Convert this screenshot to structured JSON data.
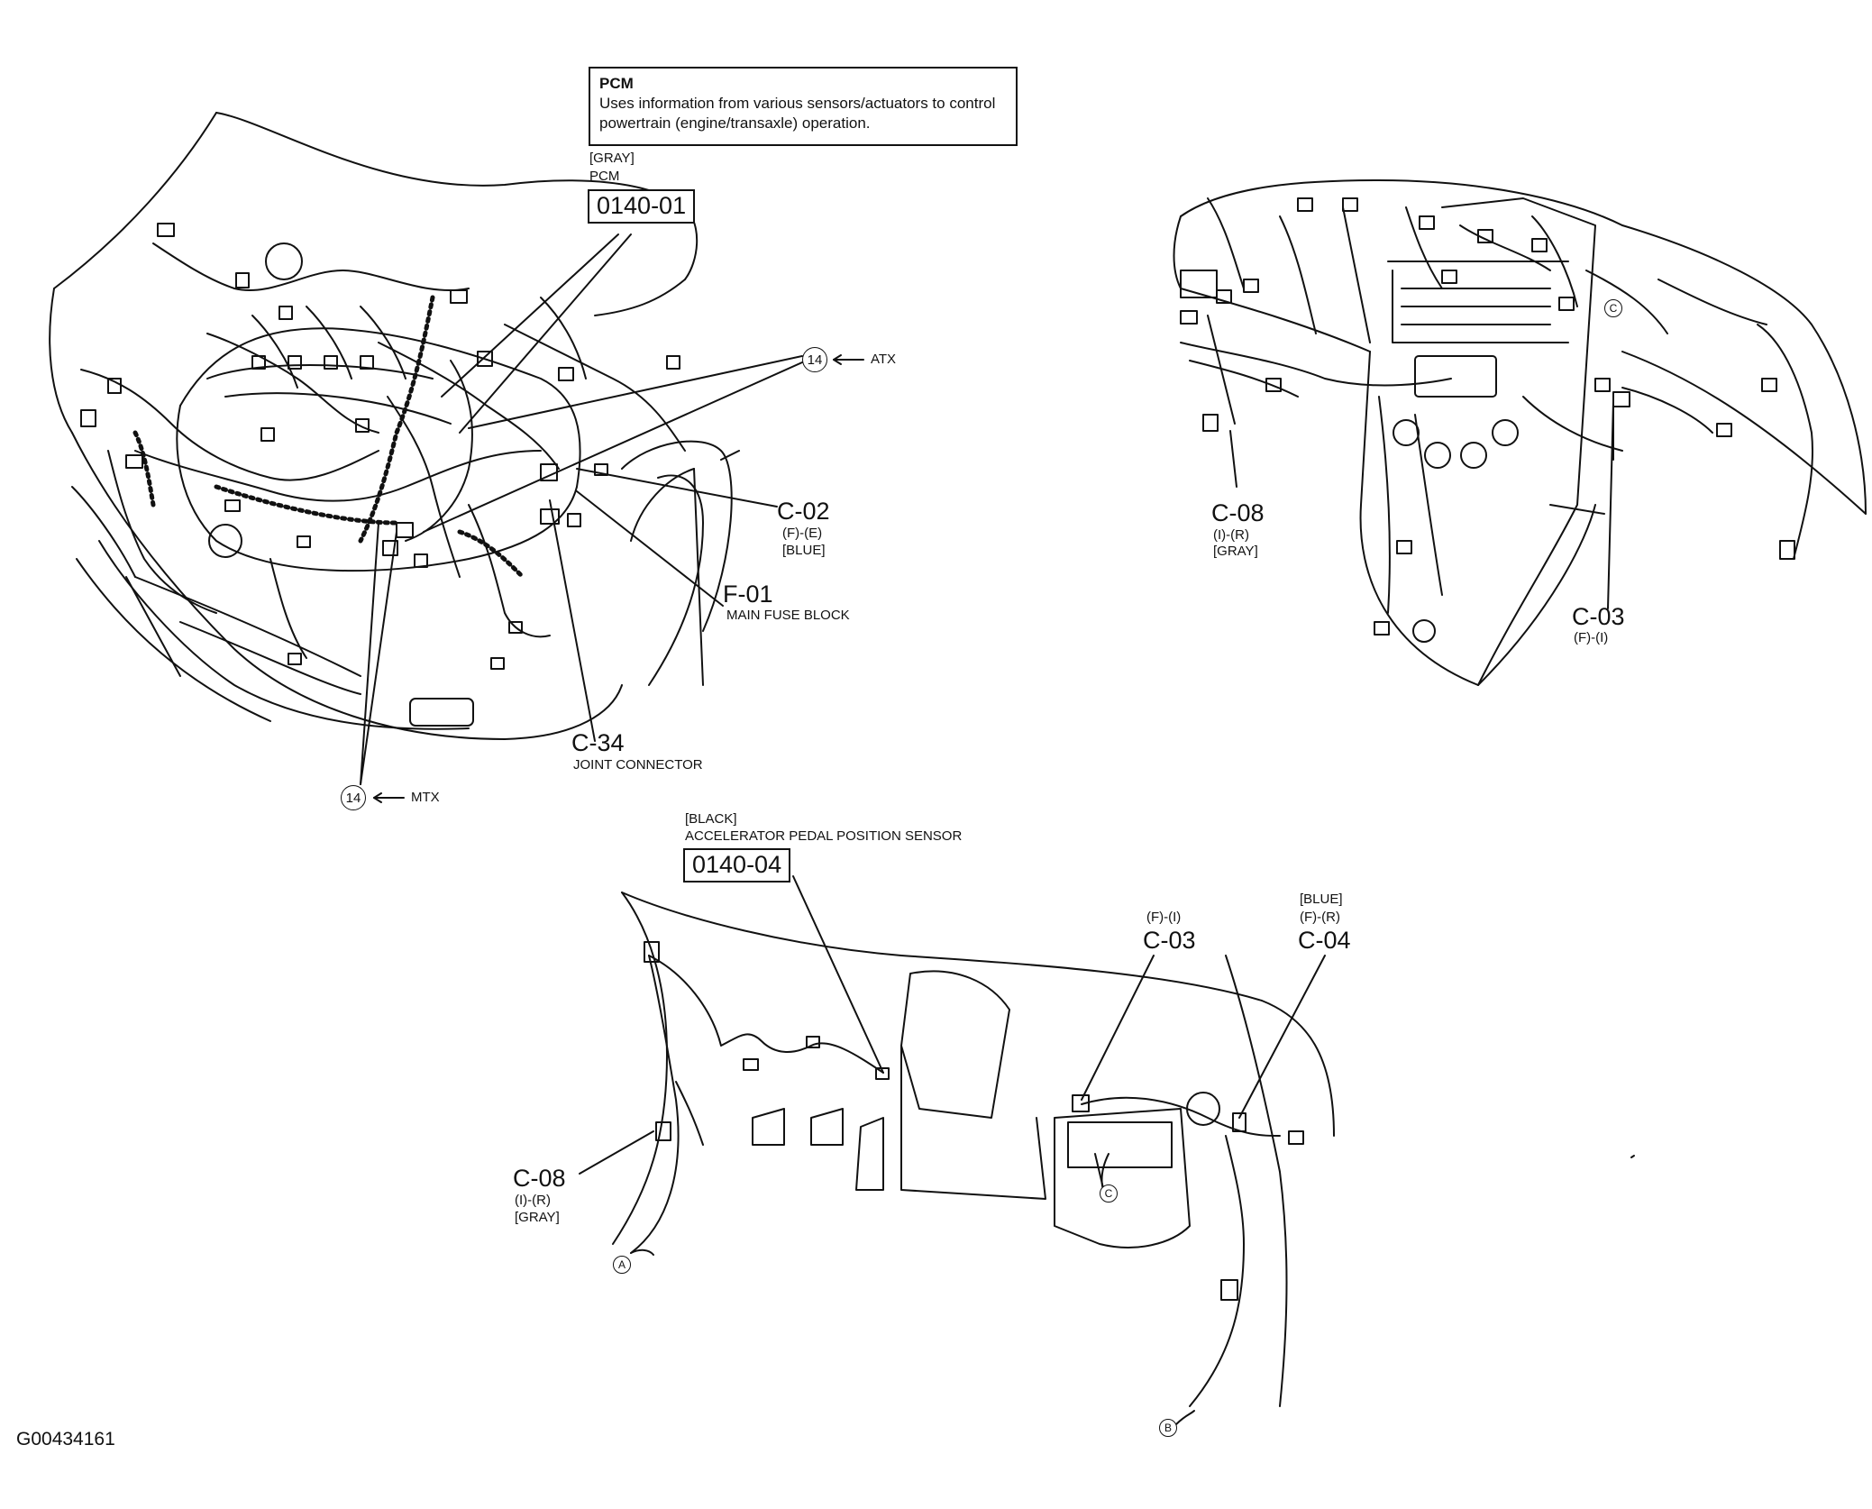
{
  "figure_id": "G00434161",
  "info_box": {
    "title": "PCM",
    "body": "Uses information from various sensors/actuators to control powertrain (engine/transaxle) operation."
  },
  "engine_bay": {
    "pcm": {
      "color": "[GRAY]",
      "name": "PCM",
      "code": "0140-01"
    },
    "c02": {
      "id": "C-02",
      "pos": "(F)-(E)",
      "color": "[BLUE]"
    },
    "f01": {
      "id": "F-01",
      "desc": "MAIN FUSE BLOCK"
    },
    "c34": {
      "id": "C-34",
      "desc": "JOINT CONNECTOR"
    },
    "atx": {
      "num": "14",
      "text": "ATX"
    },
    "mtx": {
      "num": "14",
      "text": "MTX"
    }
  },
  "dashboard": {
    "c08": {
      "id": "C-08",
      "pos": "(I)-(R)",
      "color": "[GRAY]"
    },
    "c03": {
      "id": "C-03",
      "pos": "(F)-(I)"
    },
    "marker": "C"
  },
  "interior": {
    "apps": {
      "color": "[BLACK]",
      "name": "ACCELERATOR PEDAL POSITION SENSOR",
      "code": "0140-04"
    },
    "c08": {
      "id": "C-08",
      "pos": "(I)-(R)",
      "color": "[GRAY]"
    },
    "c03": {
      "pos": "(F)-(I)",
      "id": "C-03"
    },
    "c04": {
      "color": "[BLUE]",
      "pos": "(F)-(R)",
      "id": "C-04"
    },
    "marker_a": "A",
    "marker_b": "B",
    "marker_c": "C"
  }
}
